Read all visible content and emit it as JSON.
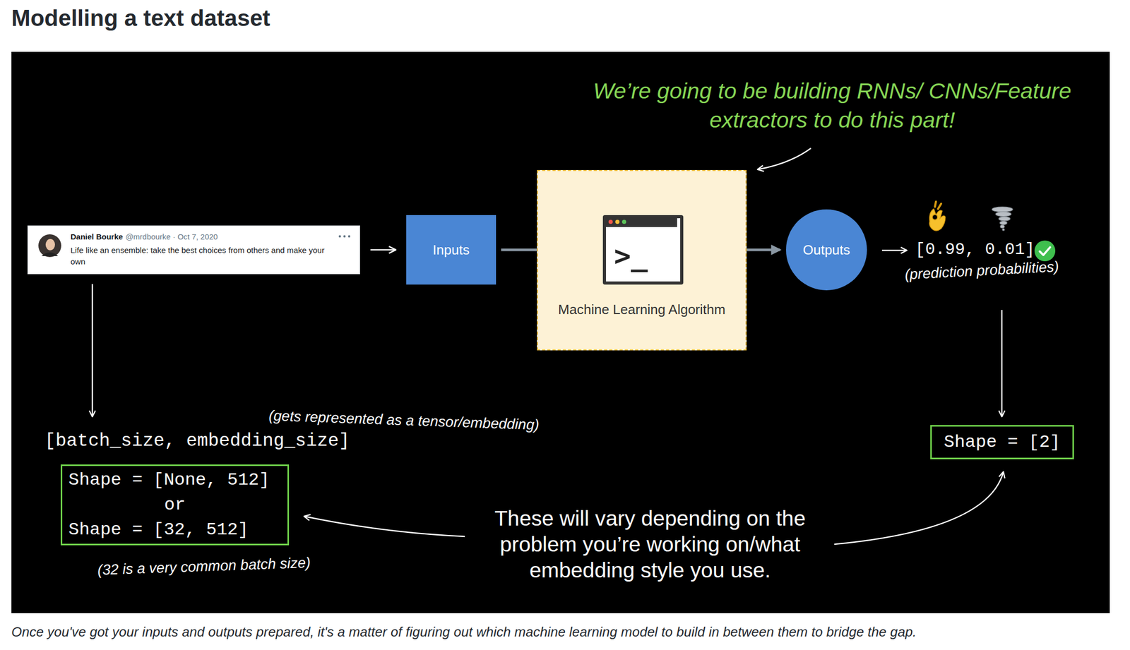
{
  "diagram": {
    "title": "Modelling a text dataset",
    "caption": "Once you've got your inputs and outputs prepared, it's a matter of figuring out which machine learning model to build in between them to bridge the gap.",
    "nodes": [
      {
        "text": [
          "Daniel Bourke",
          "@mrdbourke · Oct 7, 2020",
          "Life like an ensemble: take the best choices from others and make your own"
        ]
      },
      {
        "text": [
          "Inputs"
        ]
      },
      {
        "text": [
          "Machine Learning Algorithm"
        ]
      },
      {
        "text": [
          ">_"
        ],
        "in": 2
      },
      {
        "text": [
          "Outputs"
        ]
      },
      {
        "text": [
          "Shape = [None, 512]",
          "or",
          "Shape = [32, 512]"
        ]
      },
      {
        "text": [
          "Shape = [2]"
        ]
      }
    ],
    "edges": [
      {
        "from": 0,
        "to": 1,
        "arrow": "to"
      },
      {
        "from": 1,
        "to": 3,
        "arrow": "to"
      },
      {
        "from": 3,
        "to": 4,
        "arrow": "to"
      }
    ],
    "labels": [
      "We’re going to be building RNNs/ CNNs/Feature extractors to do this part!",
      "[0.99, 0.01]",
      "(prediction probabilities)",
      "(gets represented as a tensor/embedding)",
      "[batch_size, embedding_size]",
      "(32 is a very common batch size)",
      "These will vary depending on the problem you’re working on/what embedding style you use."
    ]
  }
}
